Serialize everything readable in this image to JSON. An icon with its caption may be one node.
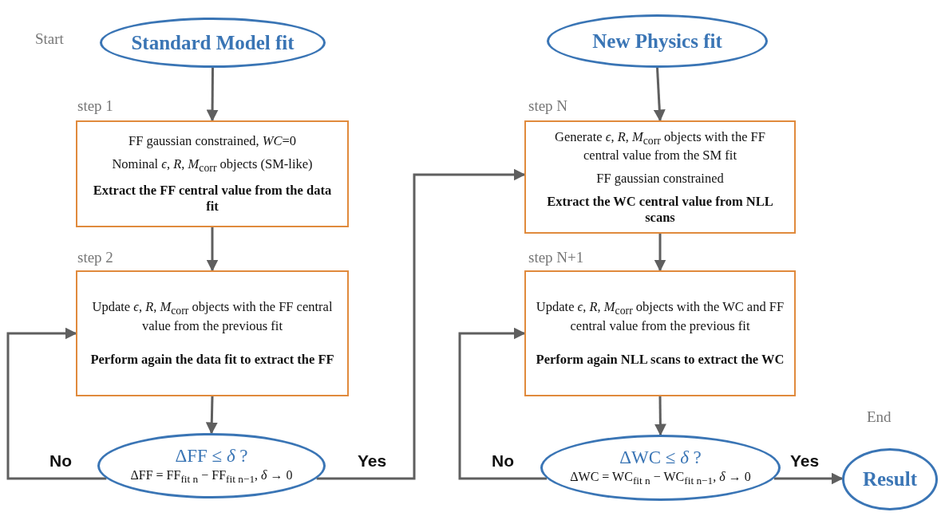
{
  "diagram": {
    "nodes": [
      {
        "text": [
          "Standard Model fit"
        ],
        "beside": [
          "Start"
        ]
      },
      {
        "text": [
          "FF gaussian constrained, *WC*=0",
          "Nominal *ϵ*, *R*, *M*$_{corr}$ objects (SM-like)",
          "Extract the FF central value from the data fit"
        ],
        "beside": [
          "step 1"
        ]
      },
      {
        "text": [
          "Update *ϵ*, *R*, *M*$_{corr}$ objects with the FF central value from the previous fit",
          "Perform again the data fit to extract the FF"
        ],
        "beside": [
          "step 2"
        ]
      },
      {
        "text": [
          "ΔFF ≤ *δ* ?",
          "ΔFF = FF$_{fit n}$ − FF$_{fit n−1}$, *δ* → 0"
        ]
      },
      {
        "text": [
          "New Physics fit"
        ]
      },
      {
        "text": [
          "Generate *ϵ*, *R*, *M*$_{corr}$ objects with the FF central value from the SM fit",
          "FF gaussian constrained",
          "Extract the WC central value from NLL scans"
        ],
        "beside": [
          "step N"
        ]
      },
      {
        "text": [
          "Update *ϵ*, *R*, *M*$_{corr}$ objects with the WC and FF central value from the previous fit",
          "Perform again NLL scans to extract the WC"
        ],
        "beside": [
          "step N+1"
        ]
      },
      {
        "text": [
          "ΔWC ≤ *δ* ?",
          "ΔWC = WC$_{fit n}$ − WC$_{fit n−1}$, *δ* → 0"
        ]
      },
      {
        "text": [
          "Result"
        ],
        "beside": [
          "End"
        ]
      }
    ],
    "edges": [
      {
        "from": 0,
        "to": 1,
        "arrow": "to"
      },
      {
        "from": 1,
        "to": 2,
        "arrow": "to"
      },
      {
        "from": 2,
        "to": 3,
        "arrow": "to"
      },
      {
        "from": 3,
        "to": 2,
        "arrow": "to",
        "label": "No"
      },
      {
        "from": 3,
        "to": 5,
        "arrow": "to",
        "label": "Yes"
      },
      {
        "from": 4,
        "to": 5,
        "arrow": "to"
      },
      {
        "from": 5,
        "to": 6,
        "arrow": "to"
      },
      {
        "from": 6,
        "to": 7,
        "arrow": "to"
      },
      {
        "from": 7,
        "to": 6,
        "arrow": "to",
        "label": "No"
      },
      {
        "from": 7,
        "to": 8,
        "arrow": "to",
        "label": "Yes"
      }
    ]
  }
}
